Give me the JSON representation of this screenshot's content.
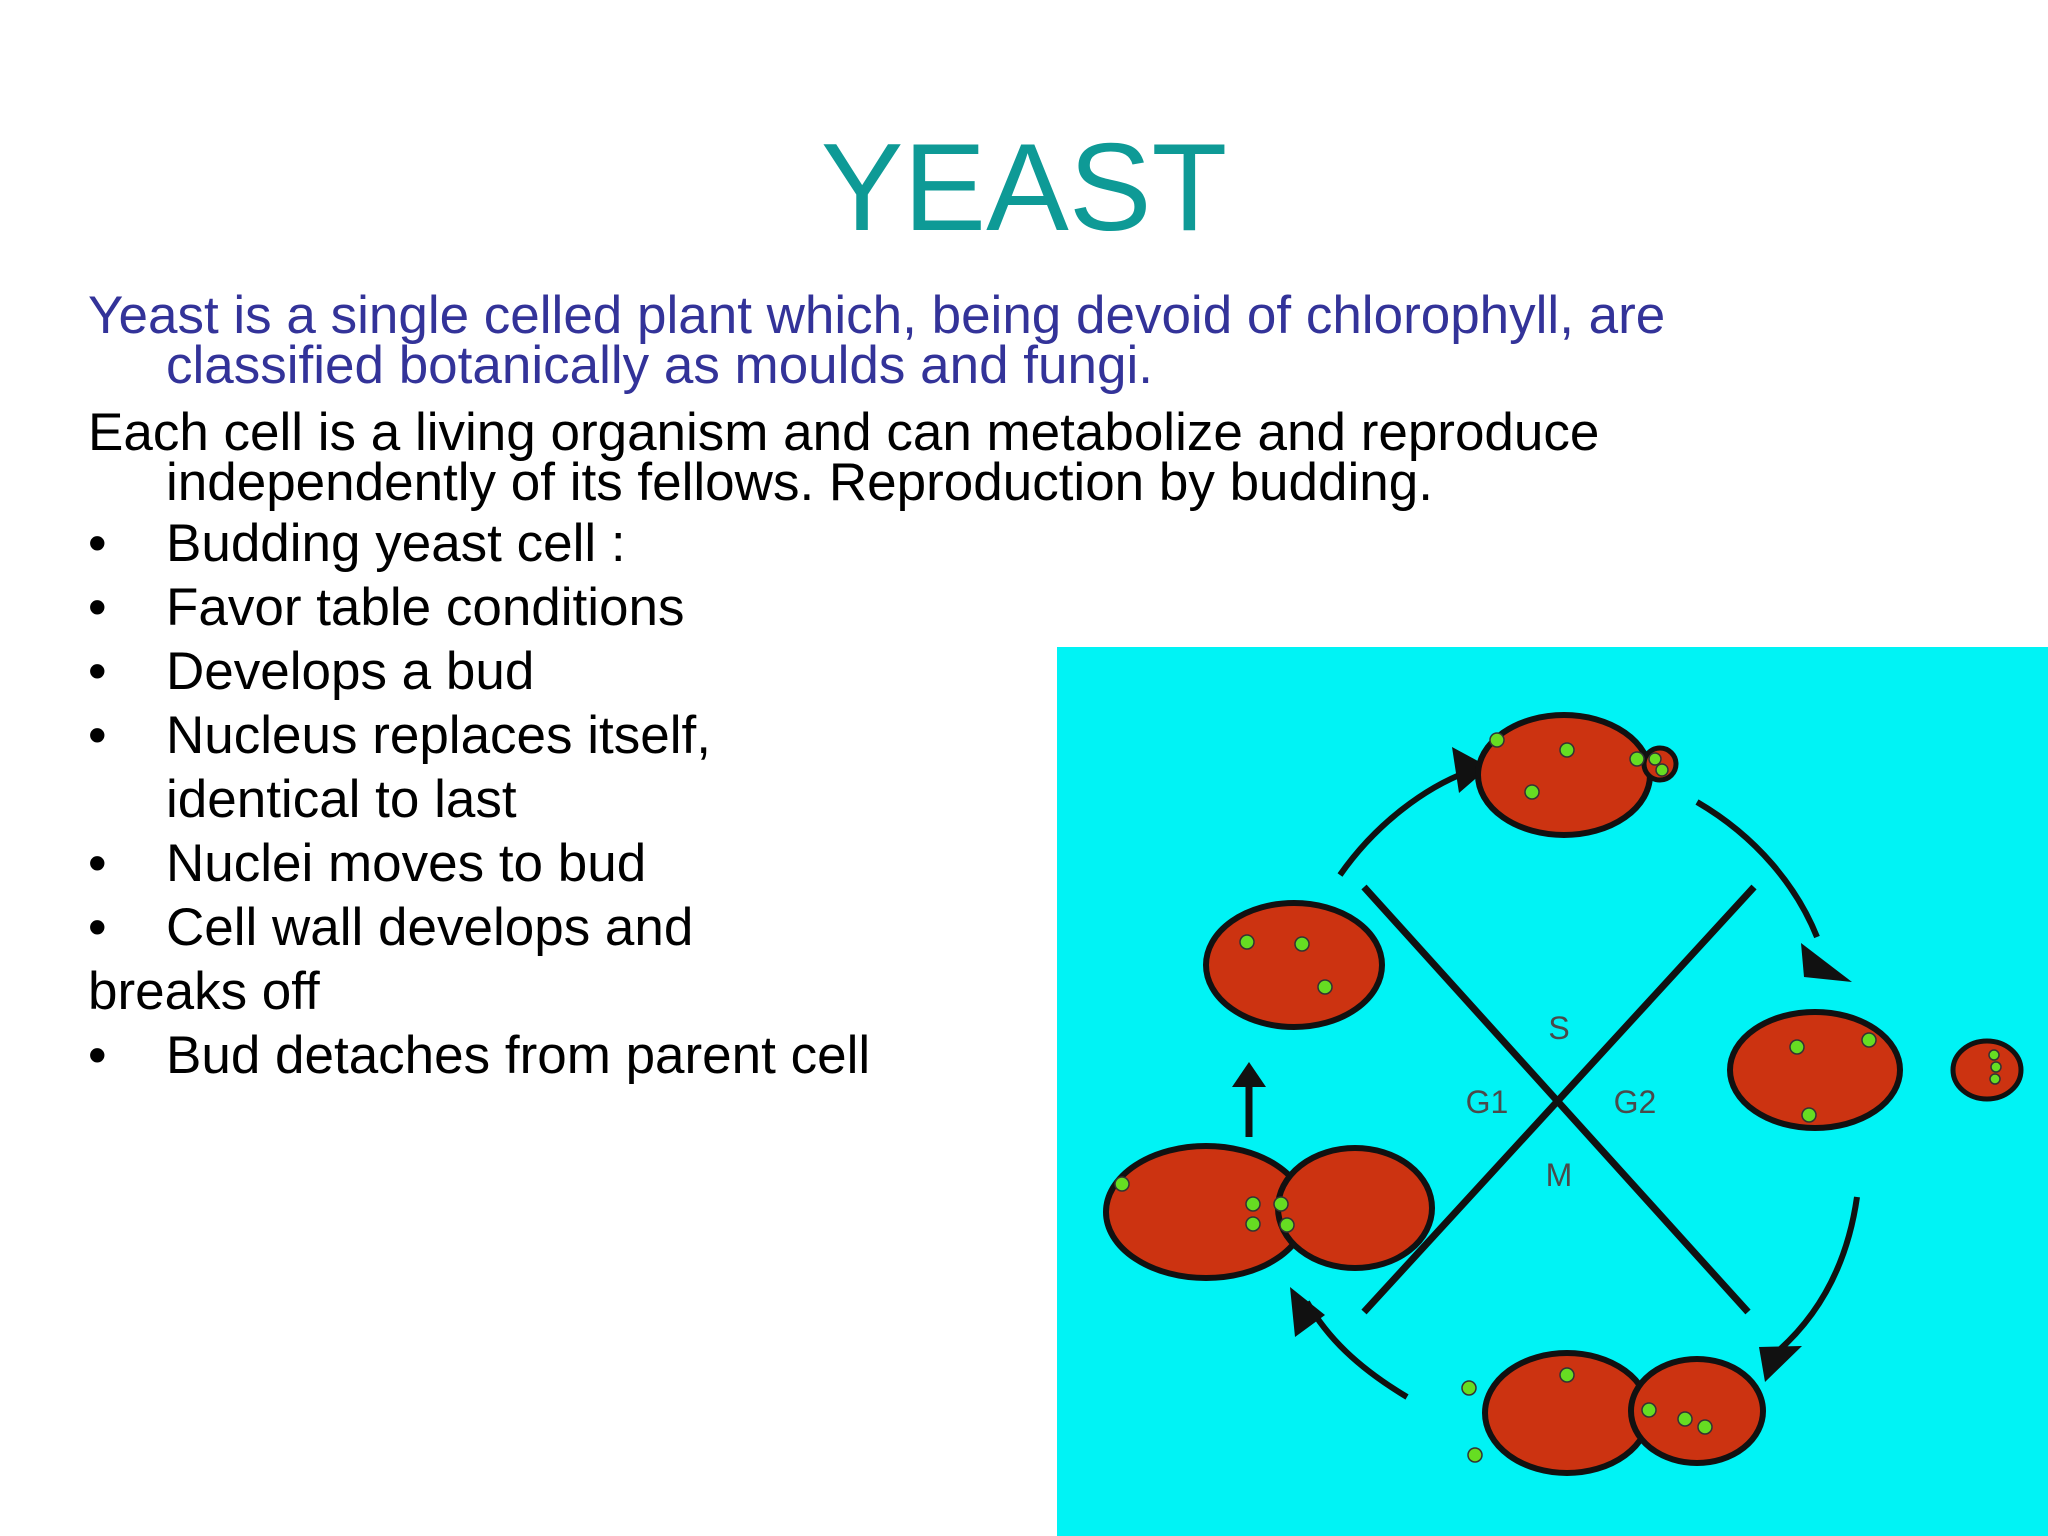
{
  "slide": {
    "title": "YEAST",
    "paragraphs": [
      {
        "line1": "Yeast is a single celled plant which, being devoid of chlorophyll, are",
        "line2": "classified botanically as moulds and fungi."
      },
      {
        "line1": "Each cell is a living organism and can metabolize and reproduce",
        "line2": "independently of its fellows. Reproduction by budding."
      }
    ],
    "bullet_symbol": "•",
    "bullets": [
      {
        "text": "Budding yeast cell :"
      },
      {
        "text": "Favor table conditions"
      },
      {
        "text": "Develops a bud"
      },
      {
        "text": "Nucleus replaces itself,",
        "cont": "identical to last"
      },
      {
        "text": "Nuclei moves to bud"
      },
      {
        "text": "Cell wall develops and"
      }
    ],
    "plain_line": "breaks off",
    "last_bullet": "Bud detaches from parent cell"
  },
  "diagram": {
    "background": "#00f3f5",
    "cell_color": "#cc3311",
    "nucleus_color": "#66dd22",
    "phases": {
      "s": "S",
      "g1": "G1",
      "g2": "G2",
      "m": "M"
    }
  }
}
